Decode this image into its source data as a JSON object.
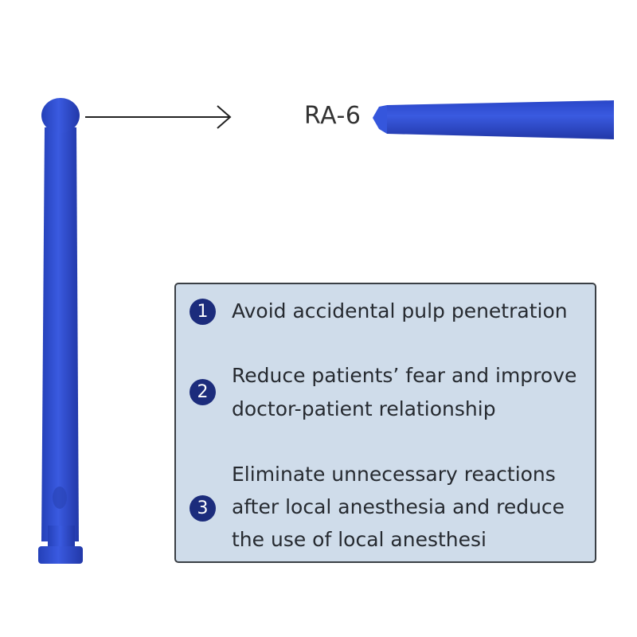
{
  "product": {
    "model_label": "RA-6",
    "colors": {
      "stick": "#2f4fd0",
      "badge": "#1c2c7c",
      "box_bg": "#cfdcea"
    }
  },
  "features": [
    {
      "number": "1",
      "lines": [
        "Avoid accidental pulp penetration"
      ]
    },
    {
      "number": "2",
      "lines": [
        "Reduce patients’ fear and improve",
        "doctor-patient relationship"
      ]
    },
    {
      "number": "3",
      "lines": [
        "Eliminate unnecessary reactions",
        "after local anesthesia and reduce",
        "the use of local anesthesi"
      ]
    }
  ]
}
